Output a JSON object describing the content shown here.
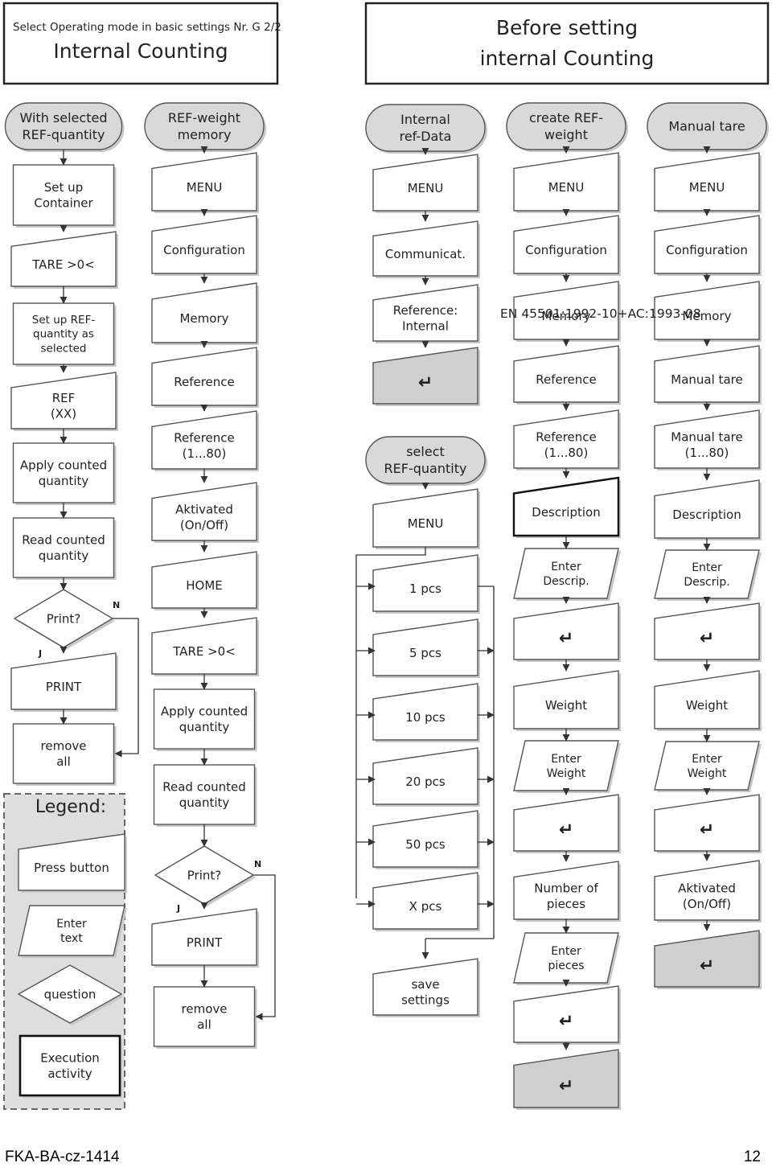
{
  "header_left": {
    "subtitle": "Select Operating mode in basic settings Nr. G 2/2",
    "title": "Internal Counting"
  },
  "header_right": {
    "title_line1": "Before setting",
    "title_line2": "internal Counting"
  },
  "overlay_text": "EN 45501:1992-10+AC:1993-08",
  "enter_symbol": "↵",
  "col1": {
    "start": [
      "With selected",
      "REF-quantity"
    ],
    "steps": [
      {
        "shape": "exec",
        "lines": [
          "Set up",
          "Container"
        ]
      },
      {
        "shape": "button",
        "lines": [
          "TARE >0<"
        ]
      },
      {
        "shape": "exec",
        "lines": [
          "Set up REF-",
          "quantity as",
          "selected"
        ]
      },
      {
        "shape": "button",
        "lines": [
          "REF",
          "(XX)"
        ]
      },
      {
        "shape": "exec",
        "lines": [
          "Apply counted",
          "quantity"
        ]
      },
      {
        "shape": "exec",
        "lines": [
          "Read counted",
          "quantity"
        ]
      },
      {
        "shape": "question",
        "lines": [
          "Print?"
        ]
      },
      {
        "shape": "button",
        "lines": [
          "PRINT"
        ]
      },
      {
        "shape": "exec",
        "lines": [
          "remove",
          "all"
        ]
      }
    ],
    "yes": "J",
    "no": "N"
  },
  "col2": {
    "start": [
      "REF-weight",
      "memory"
    ],
    "steps": [
      {
        "shape": "button",
        "lines": [
          "MENU"
        ]
      },
      {
        "shape": "button",
        "lines": [
          "Configuration"
        ]
      },
      {
        "shape": "button",
        "lines": [
          "Memory"
        ]
      },
      {
        "shape": "button",
        "lines": [
          "Reference"
        ]
      },
      {
        "shape": "button",
        "lines": [
          "Reference",
          "(1...80)"
        ]
      },
      {
        "shape": "button",
        "lines": [
          "Aktivated",
          "(On/Off)"
        ]
      },
      {
        "shape": "button",
        "lines": [
          "HOME"
        ]
      },
      {
        "shape": "button",
        "lines": [
          "TARE >0<"
        ]
      },
      {
        "shape": "exec",
        "lines": [
          "Apply counted",
          "quantity"
        ]
      },
      {
        "shape": "exec",
        "lines": [
          "Read counted",
          "quantity"
        ]
      },
      {
        "shape": "question",
        "lines": [
          "Print?"
        ]
      },
      {
        "shape": "button",
        "lines": [
          "PRINT"
        ]
      },
      {
        "shape": "exec",
        "lines": [
          "remove",
          "all"
        ]
      }
    ],
    "yes": "J",
    "no": "N"
  },
  "col3": {
    "start": [
      "Internal",
      "ref-Data"
    ],
    "steps": [
      {
        "shape": "button",
        "lines": [
          "MENU"
        ]
      },
      {
        "shape": "button",
        "lines": [
          "Communicat."
        ]
      },
      {
        "shape": "button",
        "lines": [
          "Reference:",
          "Internal"
        ]
      },
      {
        "shape": "enter",
        "lines": []
      }
    ],
    "start2": [
      "select",
      "REF-quantity"
    ],
    "steps2": [
      {
        "shape": "button",
        "lines": [
          "MENU"
        ]
      }
    ],
    "options": [
      "1 pcs",
      "5 pcs",
      "10 pcs",
      "20 pcs",
      "50 pcs",
      "X pcs"
    ],
    "final": [
      "save",
      "settings"
    ]
  },
  "col4": {
    "start": [
      "create REF-",
      "weight"
    ],
    "steps": [
      {
        "shape": "button",
        "lines": [
          "MENU"
        ]
      },
      {
        "shape": "button",
        "lines": [
          "Configuration"
        ]
      },
      {
        "shape": "button",
        "lines": [
          "Memory"
        ]
      },
      {
        "shape": "button",
        "lines": [
          "Reference"
        ]
      },
      {
        "shape": "button",
        "lines": [
          "Reference",
          "(1...80)"
        ]
      },
      {
        "shape": "button",
        "lines": [
          "Description"
        ]
      },
      {
        "shape": "text",
        "lines": [
          "Enter",
          "Descrip."
        ]
      },
      {
        "shape": "symbol",
        "lines": []
      },
      {
        "shape": "button",
        "lines": [
          "Weight"
        ]
      },
      {
        "shape": "text",
        "lines": [
          "Enter",
          "Weight"
        ]
      },
      {
        "shape": "symbol",
        "lines": []
      },
      {
        "shape": "button",
        "lines": [
          "Number of",
          "pieces"
        ]
      },
      {
        "shape": "text",
        "lines": [
          "Enter",
          "pieces"
        ]
      },
      {
        "shape": "symbol",
        "lines": []
      },
      {
        "shape": "enter",
        "lines": []
      }
    ]
  },
  "col5": {
    "start": [
      "Manual tare"
    ],
    "steps": [
      {
        "shape": "button",
        "lines": [
          "MENU"
        ]
      },
      {
        "shape": "button",
        "lines": [
          "Configuration"
        ]
      },
      {
        "shape": "button",
        "lines": [
          "Memory"
        ]
      },
      {
        "shape": "button",
        "lines": [
          "Manual tare"
        ]
      },
      {
        "shape": "button",
        "lines": [
          "Manual tare",
          "(1...80)"
        ]
      },
      {
        "shape": "button",
        "lines": [
          "Description"
        ]
      },
      {
        "shape": "text",
        "lines": [
          "Enter",
          "Descrip."
        ]
      },
      {
        "shape": "symbol",
        "lines": []
      },
      {
        "shape": "button",
        "lines": [
          "Weight"
        ]
      },
      {
        "shape": "text",
        "lines": [
          "Enter",
          "Weight"
        ]
      },
      {
        "shape": "symbol",
        "lines": []
      },
      {
        "shape": "button",
        "lines": [
          "Aktivated",
          "(On/Off)"
        ]
      },
      {
        "shape": "enter",
        "lines": []
      }
    ]
  },
  "legend": {
    "title": "Legend:",
    "items": [
      {
        "shape": "button",
        "lines": [
          "Press button"
        ]
      },
      {
        "shape": "text",
        "lines": [
          "Enter",
          "text"
        ]
      },
      {
        "shape": "question",
        "lines": [
          "question"
        ]
      },
      {
        "shape": "exec",
        "lines": [
          "Execution",
          "activity"
        ]
      }
    ]
  },
  "footer": {
    "left": "FKA-BA-cz-1414",
    "right": "12"
  }
}
